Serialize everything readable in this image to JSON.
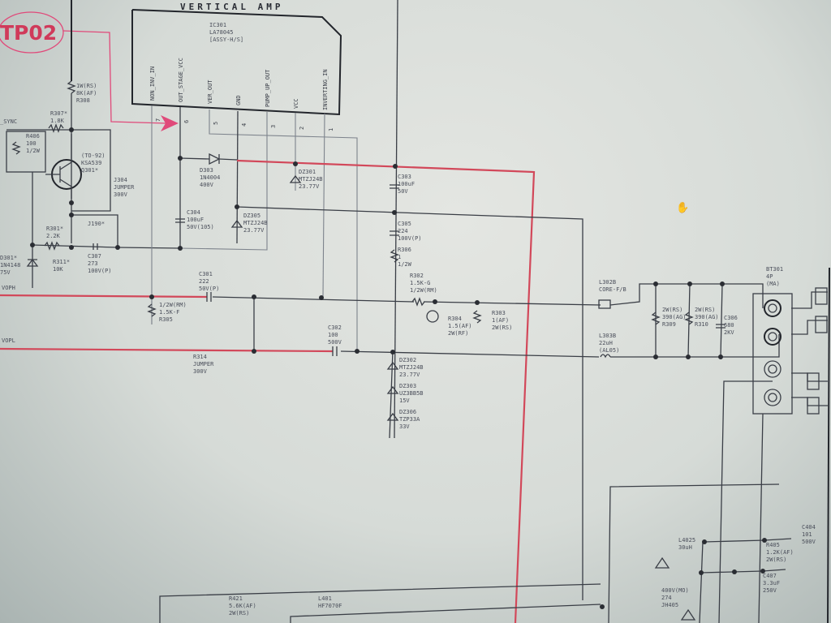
{
  "ic": {
    "title": "VERTICAL AMP",
    "ref": "IC301",
    "part": "LA78045",
    "assy": "[ASSY-H/S]",
    "pins": [
      {
        "name": "NON_INV_IN",
        "num": "7"
      },
      {
        "name": "OUT_STAGE_VCC",
        "num": "6"
      },
      {
        "name": "VER_OUT",
        "num": "5"
      },
      {
        "name": "GND",
        "num": "4"
      },
      {
        "name": "PUMP_UP_OUT",
        "num": "3"
      },
      {
        "name": "VCC",
        "num": "2"
      },
      {
        "name": "INVERTING_IN",
        "num": "1"
      }
    ]
  },
  "testpoint": "TP02",
  "labels": {
    "sync": "_SYNC",
    "r308": [
      "1W(RS)",
      "8K(AF)",
      "R308"
    ],
    "r307": [
      "R307*",
      "1.8K"
    ],
    "r406": [
      "R406",
      "100",
      "1/2W"
    ],
    "q301": [
      "(TO-92)",
      "KSA539",
      "Q301*"
    ],
    "j304": [
      "J304",
      "JUMPER",
      "300V"
    ],
    "j190": "J190*",
    "r301": [
      "R301*",
      "2.2K"
    ],
    "r311": [
      "R311*",
      "10K"
    ],
    "c307": [
      "C307",
      "273",
      "100V(P)"
    ],
    "d301": [
      "D301*",
      "1N4148",
      "75V"
    ],
    "d303": [
      "D303",
      "1N4004",
      "400V"
    ],
    "c304": [
      "C304",
      "100uF",
      "50V(105)"
    ],
    "dz305": [
      "DZ305",
      "MTZJ24B",
      "23.77V"
    ],
    "dz301": [
      "DZ301",
      "MTZJ24B",
      "23.77V"
    ],
    "c303": [
      "C303",
      "100uF",
      "50V"
    ],
    "c305": [
      "C305",
      "224",
      "100V(P)"
    ],
    "r306": [
      "R306",
      "1",
      "1/2W"
    ],
    "c301": [
      "C301",
      "222",
      "50V(P)"
    ],
    "r305": [
      "1/2W(RM)",
      "1.5K-F",
      "R305"
    ],
    "r302": [
      "R302",
      "1.5K-G",
      "1/2W(RM)"
    ],
    "r304": [
      "R304",
      "1.5(AF)",
      "2W(RF)"
    ],
    "r303": [
      "R303",
      "1(AF)",
      "2W(RS)"
    ],
    "c302": [
      "C302",
      "100",
      "500V"
    ],
    "r314": [
      "R314",
      "JUMPER",
      "300V"
    ],
    "dz302": [
      "DZ302",
      "MTZJ24B",
      "23.77V"
    ],
    "dz303": [
      "DZ303",
      "UZ3BB5B",
      "15V"
    ],
    "dz306": [
      "DZ306",
      "TZP33A",
      "33V"
    ],
    "voph": "VOPH",
    "vopl": "VOPL",
    "l302b": [
      "L302B",
      "CORE-F/B"
    ],
    "l303b": [
      "L303B",
      "22uH",
      "(AL05)"
    ],
    "r309": [
      "2W(RS)",
      "390(AG)",
      "R309"
    ],
    "r310": [
      "2W(RS)",
      "390(AG)",
      "R310"
    ],
    "c306": [
      "C306",
      "680",
      "2KV"
    ],
    "bt301": [
      "BT301",
      "4P",
      "(MA)"
    ],
    "l4025": [
      "L4025",
      "30uH"
    ],
    "r406b": [
      "R405",
      "1.2K(AF)",
      "2W(RS)"
    ],
    "c404": [
      "C404",
      "101",
      "500V"
    ],
    "c407": [
      "C407",
      "3.3uF",
      "250V"
    ],
    "c400": [
      "400V(MO)",
      "274",
      "JH405"
    ],
    "r421": [
      "R421",
      "5.6K(AF)",
      "2W(RS)"
    ],
    "l401": [
      "L401",
      "HF7070F"
    ]
  },
  "colors": {
    "net_red": "#d2485a",
    "testpoint": "#d03a5a",
    "wire": "#3a3e46"
  }
}
